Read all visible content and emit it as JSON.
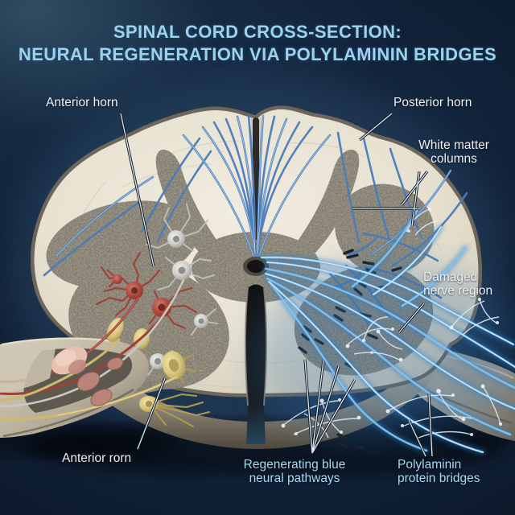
{
  "title": {
    "line1": "SPINAL CORD CROSS-SECTION:",
    "line2": "NEURAL REGENERATION VIA POLYLAMININ BRIDGES"
  },
  "labels": {
    "anterior_horn": {
      "text": "Anterior horn"
    },
    "posterior_horn": {
      "text": "Posterior horn"
    },
    "white_matter_columns": {
      "line1": "White matter",
      "line2": "columns"
    },
    "damaged_nerve_region": {
      "line1": "Damaged",
      "line2": "nerve region"
    },
    "anterior_rorn": {
      "text": "Anterior rorn"
    },
    "regenerating_pathways": {
      "line1": "Regenerating blue",
      "line2": "neural pathways"
    },
    "polylaminin_bridges": {
      "line1": "Polylaminin",
      "line2": "protein bridges"
    }
  },
  "colors": {
    "background_navy": "#13243c",
    "title_text": "#9dd2ec",
    "label_text": "#eef1f3",
    "highlight_label_text": "#a9daf2",
    "white_matter": "#ece6d7",
    "gray_matter": "#9e9889",
    "pathway_blue": "#5fa8e8",
    "glow_blue": "#8ecbf6",
    "neuron_red": "#b24a3e",
    "neuron_yellow": "#d9c87c",
    "neuron_gray": "#d2d2ce",
    "ganglion_pink": "#c08a7f",
    "debris_black": "#15191e",
    "lattice_white": "#e6f1fb"
  }
}
